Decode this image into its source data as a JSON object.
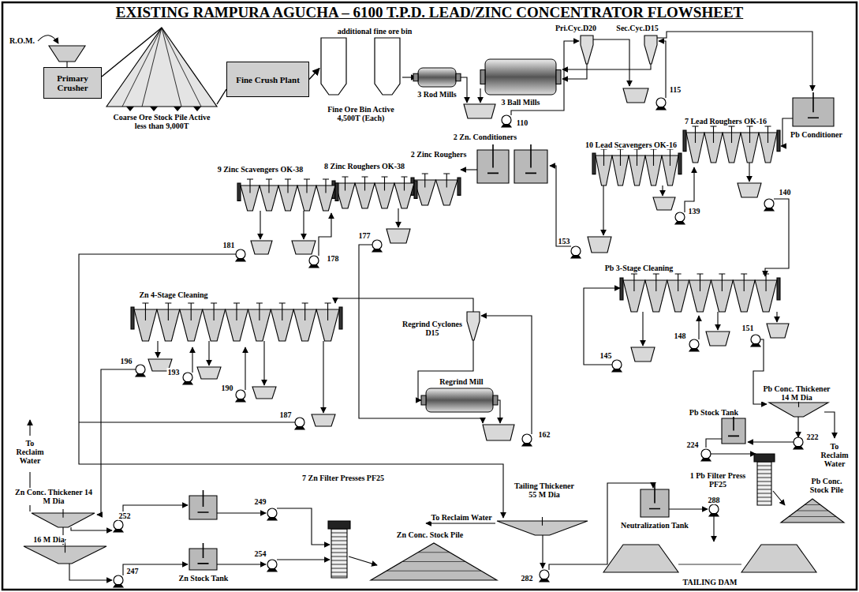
{
  "diagram": {
    "title": "EXISTING RAMPURA AGUCHA – 6100 T.P.D. LEAD/ZINC CONCENTRATOR FLOWSHEET",
    "nodes": [
      {
        "text": [
          "Primary Crusher"
        ]
      },
      {
        "text": [
          "Coarse Ore Stock Pile Active less than 9,000T"
        ]
      },
      {
        "text": [
          "Fine Crush Plant"
        ]
      },
      {
        "text": [
          "Fine Ore Bin Active 4,500T (Each)"
        ]
      }
    ],
    "edges": [
      {
        "from": 0,
        "to": 1,
        "arrow": "none"
      },
      {
        "from": 1,
        "to": 2,
        "arrow": "none"
      },
      {
        "from": 2,
        "to": 3,
        "arrow": "to"
      }
    ],
    "labels": [
      "R.O.M.",
      "additional fine ore bin",
      "3 Rod Mills",
      "3 Ball Mills",
      "Pri.Cyc.D20",
      "Sec.Cyc.D15",
      "115",
      "2 Zn. Conditioners",
      "110",
      "Pb Conditioner",
      "7 Lead Roughers OK-16",
      "10 Lead Scavengers OK-16",
      "140",
      "139",
      "2 Zinc Roughers",
      "8 Zinc Roughers OK-38",
      "9 Zinc Scavengers OK-38",
      "181",
      "178",
      "177",
      "153",
      "Pb 3-Stage Cleaning",
      "145",
      "148",
      "151",
      "Zn 4-Stage Cleaning",
      "196",
      "193",
      "190",
      "187",
      "Regrind Cyclones D15",
      "Regrind Mill",
      "162",
      "Pb Conc. Thickener 14 M Dia",
      "To Reclaim Water",
      "Pb Stock Tank",
      "224",
      "222",
      "1 Pb Filter Press PF25",
      "Pb Conc. Stock Pile",
      "To Reclaim Water",
      "Zn Conc. Thickener 14 M Dia",
      "16 M Dia",
      "252",
      "247",
      "249",
      "254",
      "Zn Stock Tank",
      "7 Zn Filter Presses PF25",
      "Zn Conc. Stock Pile",
      "To Reclaim Water",
      "Tailing Thickener 55 M Dia",
      "Neutralization Tank",
      "282",
      "288",
      "TAILING DAM"
    ]
  }
}
